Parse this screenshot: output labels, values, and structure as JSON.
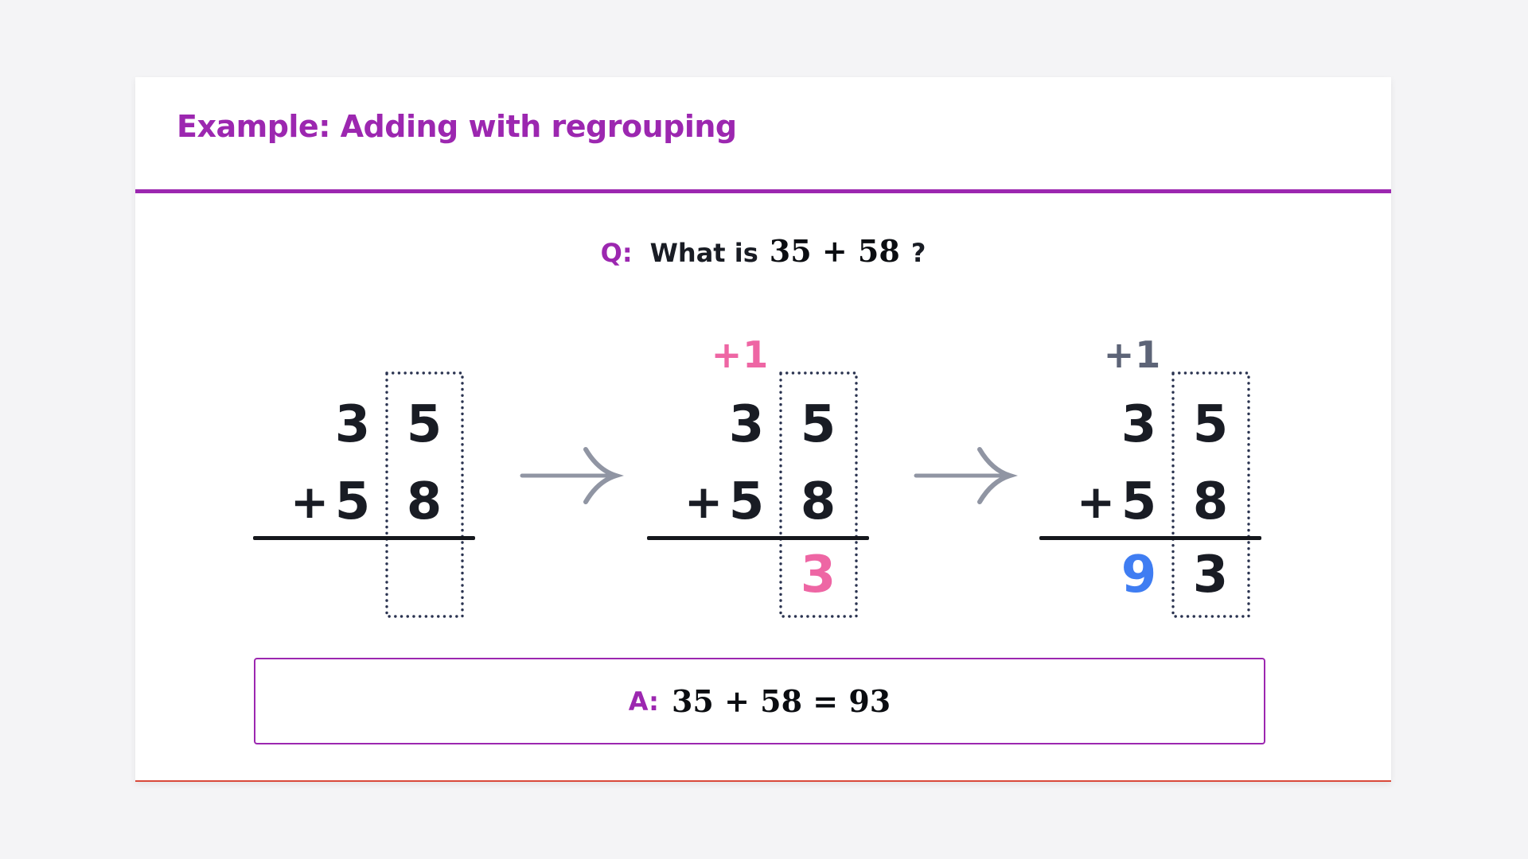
{
  "card": {
    "title": "Example: Adding with regrouping"
  },
  "question": {
    "label": "Q:",
    "text": "What is",
    "math": "35 + 58",
    "suffix": "?"
  },
  "answer": {
    "label": "A:",
    "math": "35 + 58 = 93"
  },
  "steps": [
    {
      "name": "step-1",
      "carry": "",
      "top_tens": "3",
      "top_ones": "5",
      "plus": "+",
      "bottom_tens": "5",
      "bottom_ones": "8",
      "result_tens": "",
      "result_ones": ""
    },
    {
      "name": "step-2",
      "carry": "+1",
      "carry_color": "#ee66a4",
      "top_tens": "3",
      "top_ones": "5",
      "plus": "+",
      "bottom_tens": "5",
      "bottom_ones": "8",
      "result_tens": "",
      "result_ones": "3",
      "result_ones_color": "#ee66a4"
    },
    {
      "name": "step-3",
      "carry": "+1",
      "carry_color": "#5d6477",
      "top_tens": "3",
      "top_ones": "5",
      "plus": "+",
      "bottom_tens": "5",
      "bottom_ones": "8",
      "result_tens": "9",
      "result_tens_color": "#3f7df2",
      "result_ones": "3"
    }
  ],
  "icons": {
    "arrow_1": "right-arrow-icon",
    "arrow_2": "right-arrow-icon"
  },
  "colors": {
    "accent_purple": "#9c27b0",
    "digit_black": "#191c24",
    "carry_pink": "#ee66a4",
    "result_blue": "#3f7df2",
    "carry_slate": "#5d6477",
    "arrow_gray": "#9095a3",
    "dotted_navy": "#2a3350",
    "card_bottom_red": "#d9493a",
    "page_background": "#f4f4f6"
  }
}
